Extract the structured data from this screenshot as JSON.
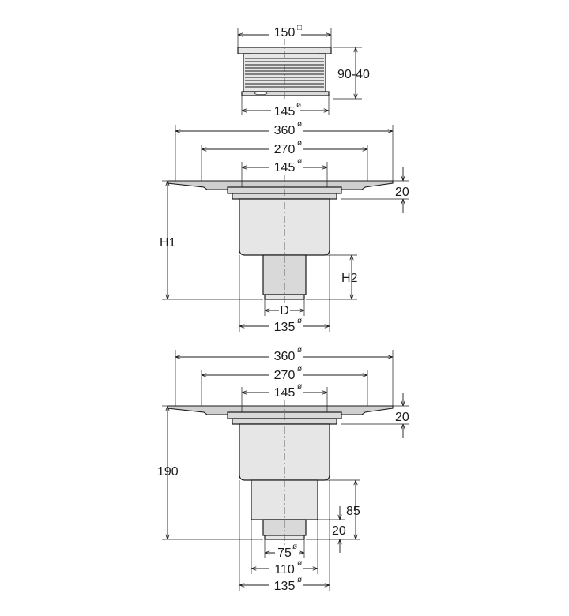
{
  "top_view": {
    "width_label": "150",
    "width_mark": "□",
    "height_label": "90-40",
    "bottom_label": "145",
    "bottom_mark": "ø"
  },
  "middle_view": {
    "outer_label": "360",
    "outer_mark": "ø",
    "mid_label": "270",
    "mid_mark": "ø",
    "inner_label": "145",
    "inner_mark": "ø",
    "thickness_label": "20",
    "h1_label": "H1",
    "h2_label": "H2",
    "d_label": "D",
    "base_label": "135",
    "base_mark": "ø"
  },
  "bottom_view": {
    "outer_label": "360",
    "outer_mark": "ø",
    "mid_label": "270",
    "mid_mark": "ø",
    "inner_label": "145",
    "inner_mark": "ø",
    "thickness_label": "20",
    "height_label": "190",
    "h85_label": "85",
    "h20_label": "20",
    "d75_label": "75",
    "d75_mark": "ø",
    "d110_label": "110",
    "d110_mark": "ø",
    "base_label": "135",
    "base_mark": "ø"
  }
}
